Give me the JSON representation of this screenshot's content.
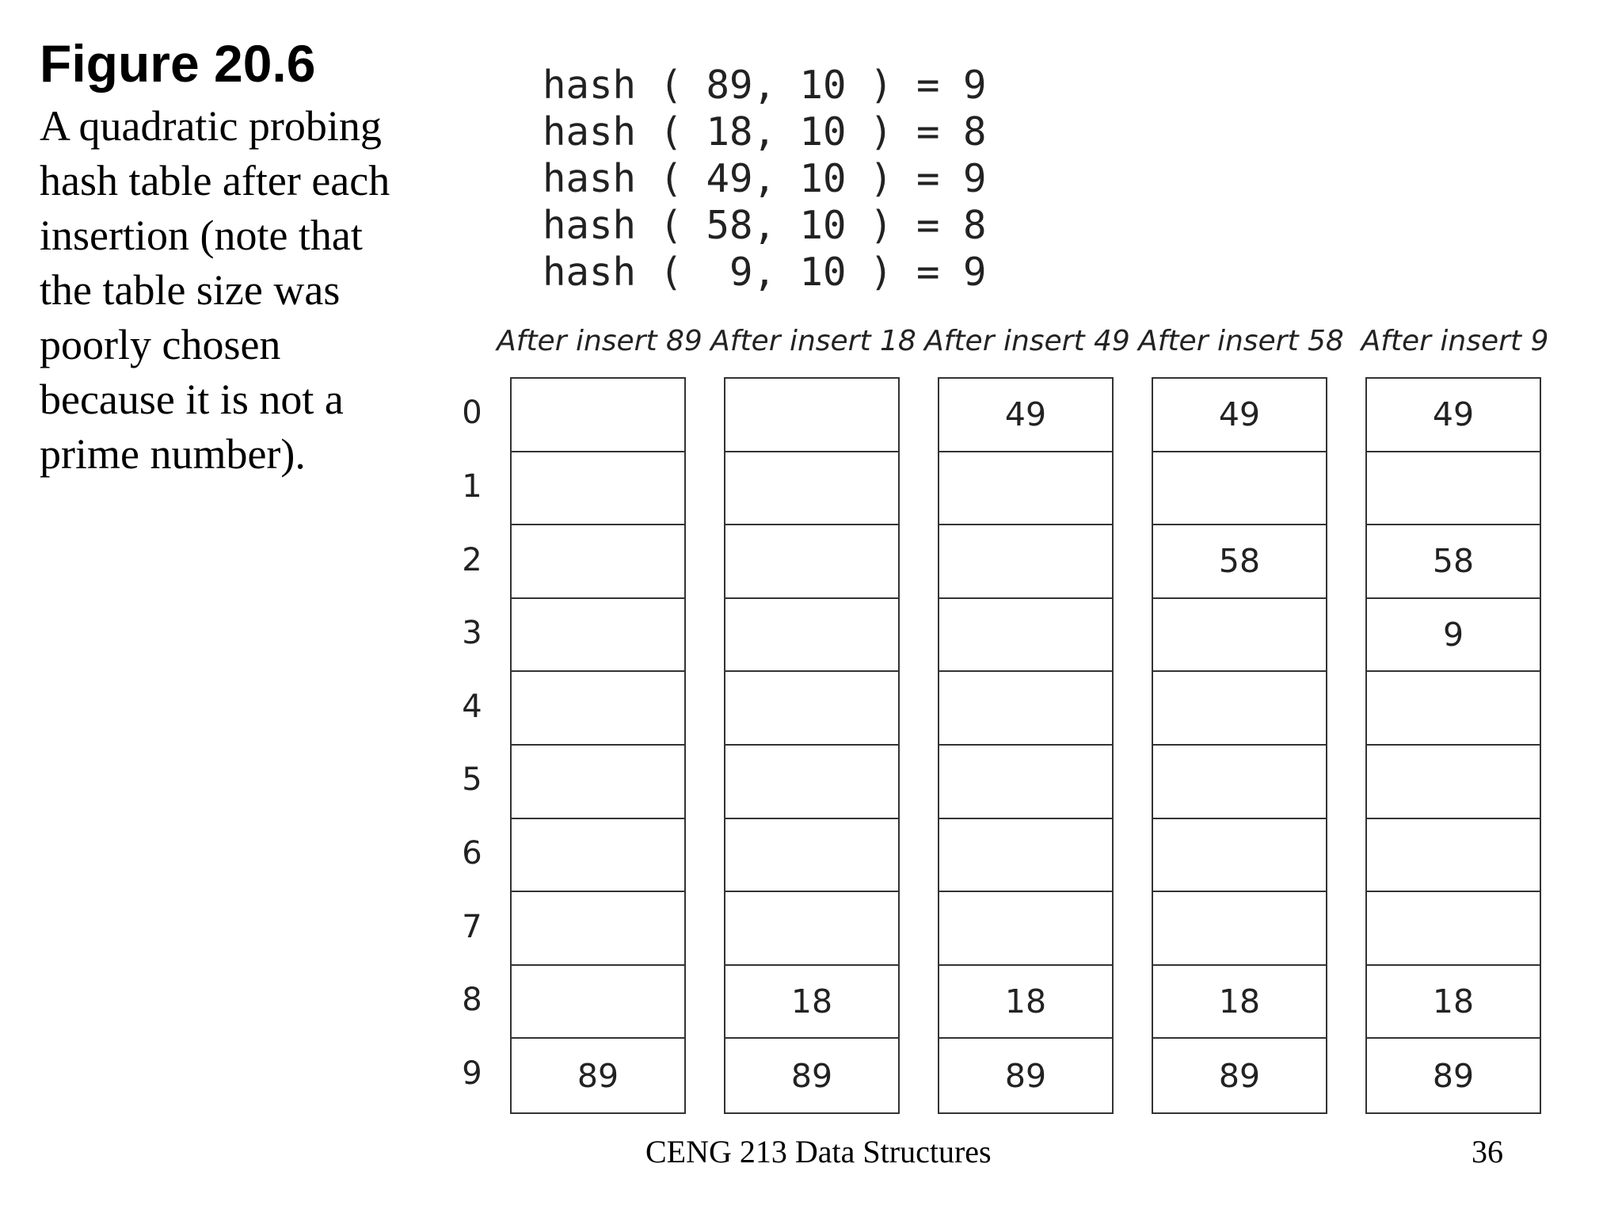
{
  "figure_title": "Figure 20.6",
  "caption_lines": [
    "A quadratic probing",
    "hash table after each",
    "insertion (note that",
    "the table size was",
    "poorly chosen",
    "because it is not a",
    "prime number)."
  ],
  "hash_lines": [
    "hash ( 89, 10 ) = 9",
    "hash ( 18, 10 ) = 8",
    "hash ( 49, 10 ) = 9",
    "hash ( 58, 10 ) = 8",
    "hash (  9, 10 ) = 9"
  ],
  "row_indices": [
    "0",
    "1",
    "2",
    "3",
    "4",
    "5",
    "6",
    "7",
    "8",
    "9"
  ],
  "tables": [
    {
      "label": "After insert 89",
      "cells": [
        "",
        "",
        "",
        "",
        "",
        "",
        "",
        "",
        "",
        "89"
      ]
    },
    {
      "label": "After insert 18",
      "cells": [
        "",
        "",
        "",
        "",
        "",
        "",
        "",
        "",
        "18",
        "89"
      ]
    },
    {
      "label": "After insert 49",
      "cells": [
        "49",
        "",
        "",
        "",
        "",
        "",
        "",
        "",
        "18",
        "89"
      ]
    },
    {
      "label": "After insert 58",
      "cells": [
        "49",
        "",
        "58",
        "",
        "",
        "",
        "",
        "",
        "18",
        "89"
      ]
    },
    {
      "label": "After insert 9",
      "cells": [
        "49",
        "",
        "58",
        "9",
        "",
        "",
        "",
        "",
        "18",
        "89"
      ]
    }
  ],
  "footer": {
    "course": "CENG 213 Data Structures",
    "page_number": "36"
  }
}
